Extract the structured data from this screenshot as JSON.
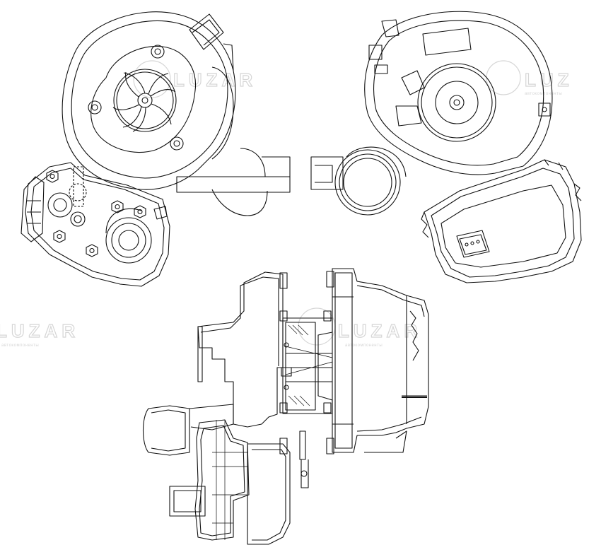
{
  "watermark": {
    "brand_short": "LUZ",
    "brand_full": "LUZAR",
    "tagline": "автокомпоненты",
    "color": "#d6d6d6"
  },
  "drawing": {
    "stroke_color": "#111111",
    "background": "#ffffff",
    "views": [
      "front-view",
      "rear-view",
      "side-section-view"
    ]
  }
}
